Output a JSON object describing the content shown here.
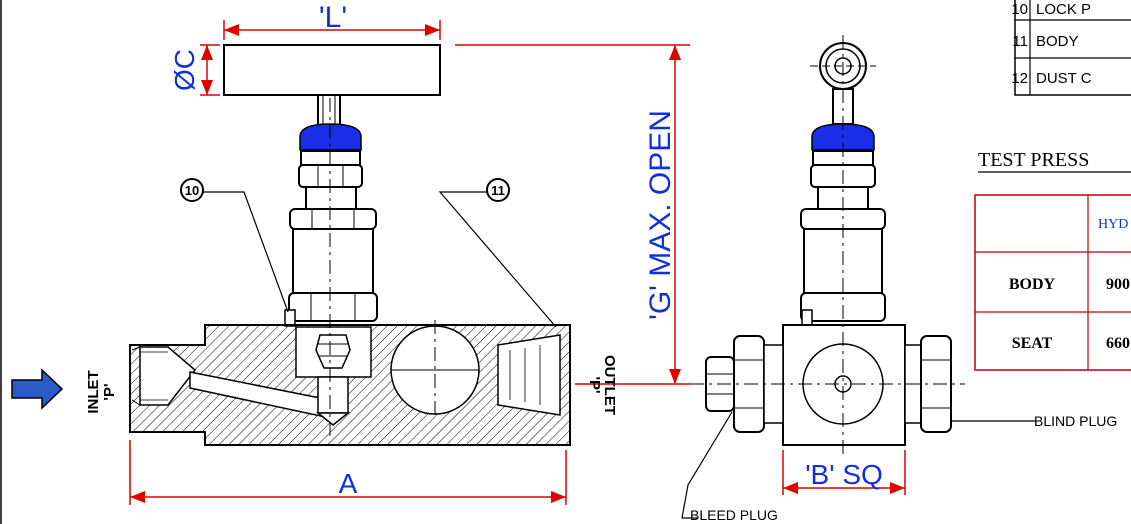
{
  "dimensions": {
    "L": "'L'",
    "C": "ØC",
    "G": "'G' MAX. OPEN",
    "A": "A",
    "B": "'B' SQ"
  },
  "ports": {
    "inlet_line1": "INLET",
    "inlet_line2": "'P'",
    "outlet_line1": "OUTLET",
    "outlet_line2": "'P'"
  },
  "balloons": [
    "10",
    "11"
  ],
  "callouts": {
    "blind_plug": "BLIND PLUG",
    "bleed_plug": "BLEED PLUG"
  },
  "parts_table": {
    "rows": [
      {
        "no": "10",
        "name": "LOCK P"
      },
      {
        "no": "11",
        "name": "BODY"
      },
      {
        "no": "12",
        "name": "DUST C"
      }
    ]
  },
  "test_pressure": {
    "title": "TEST PRESS",
    "header_col2": "HYD",
    "rows": [
      {
        "label": "BODY",
        "value": "900"
      },
      {
        "label": "SEAT",
        "value": "660"
      }
    ]
  },
  "colors": {
    "dimension": "#1030e0",
    "extension": "#e00000",
    "cap": "#1a2ee8",
    "arrow": "#2a5ac8",
    "table_border": "#c00000"
  }
}
